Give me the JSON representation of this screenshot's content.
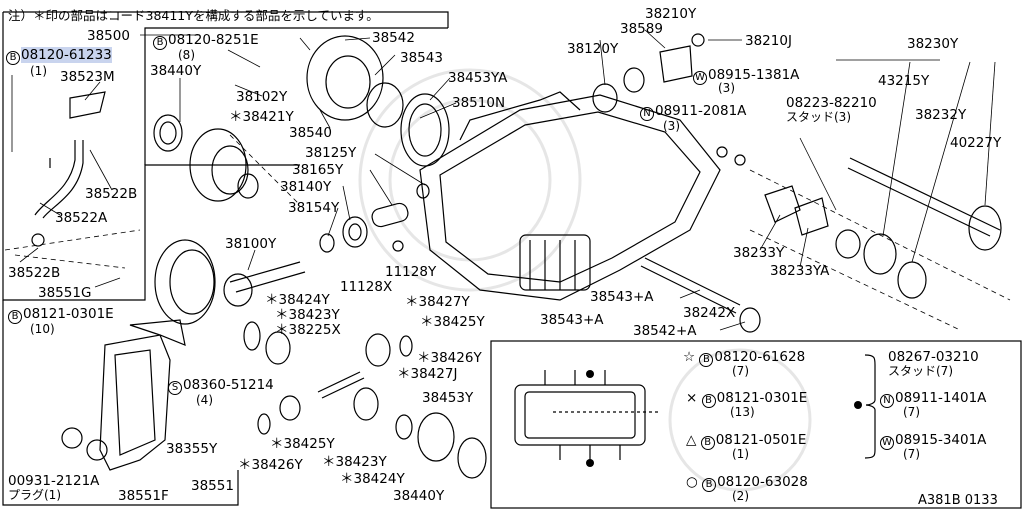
{
  "note": "注）＊印の部品はコード38411Yを構成する部品を示しています。",
  "diagram_code": "A381B 0133",
  "parts": [
    {
      "id": "p38500",
      "num": "38500"
    },
    {
      "id": "p08120_61233",
      "circle": "B",
      "num": "08120-61233",
      "sub": "(1)"
    },
    {
      "id": "p38523M",
      "num": "38523M"
    },
    {
      "id": "p38522B_top",
      "num": "38522B"
    },
    {
      "id": "p38522A",
      "num": "38522A"
    },
    {
      "id": "p38522B_bot",
      "num": "38522B"
    },
    {
      "id": "p38551G",
      "num": "38551G"
    },
    {
      "id": "p08120_8251E",
      "circle": "B",
      "num": "08120-8251E",
      "sub": "(8)"
    },
    {
      "id": "p38440Y_top",
      "num": "38440Y"
    },
    {
      "id": "p38102Y",
      "num": "38102Y"
    },
    {
      "id": "p38421Y",
      "num": "＊38421Y"
    },
    {
      "id": "p38540",
      "num": "38540"
    },
    {
      "id": "p38542",
      "num": "38542"
    },
    {
      "id": "p38543",
      "num": "38543"
    },
    {
      "id": "p38453YA",
      "num": "38453YA"
    },
    {
      "id": "p38510N",
      "num": "38510N"
    },
    {
      "id": "p38125Y",
      "num": "38125Y"
    },
    {
      "id": "p38165Y",
      "num": "38165Y"
    },
    {
      "id": "p38140Y",
      "num": "38140Y"
    },
    {
      "id": "p38154Y",
      "num": "38154Y"
    },
    {
      "id": "p38100Y",
      "num": "38100Y"
    },
    {
      "id": "p11128X",
      "num": "11128X"
    },
    {
      "id": "p11128Y",
      "num": "11128Y"
    },
    {
      "id": "p38589",
      "num": "38589"
    },
    {
      "id": "p38120Y",
      "num": "38120Y"
    },
    {
      "id": "p38210Y",
      "num": "38210Y"
    },
    {
      "id": "p38210J",
      "num": "38210J"
    },
    {
      "id": "p08915_1381A",
      "circle": "W",
      "num": "08915-1381A",
      "sub": "(3)"
    },
    {
      "id": "p08911_2081A",
      "circle": "N",
      "num": "08911-2081A",
      "sub": "(3)"
    },
    {
      "id": "p38230Y",
      "num": "38230Y"
    },
    {
      "id": "p43215Y",
      "num": "43215Y"
    },
    {
      "id": "p08223_82210",
      "num": "08223-82210",
      "sub": "スタッド(3)"
    },
    {
      "id": "p38232Y",
      "num": "38232Y"
    },
    {
      "id": "p40227Y",
      "num": "40227Y"
    },
    {
      "id": "p38233Y",
      "num": "38233Y"
    },
    {
      "id": "p38233YA",
      "num": "38233YA"
    },
    {
      "id": "p38543A_1",
      "num": "38543+A"
    },
    {
      "id": "p38242X",
      "num": "38242X"
    },
    {
      "id": "p38543A_2",
      "num": "38543+A"
    },
    {
      "id": "p38542A",
      "num": "38542+A"
    },
    {
      "id": "p08121_0301E",
      "circle": "B",
      "num": "08121-0301E",
      "sub": "(10)"
    },
    {
      "id": "p38424Y_a",
      "num": "＊38424Y"
    },
    {
      "id": "p38423Y_a",
      "num": "＊38423Y"
    },
    {
      "id": "p38225X",
      "num": "＊38225X"
    },
    {
      "id": "p38427Y",
      "num": "＊38427Y"
    },
    {
      "id": "p38425Y_a",
      "num": "＊38425Y"
    },
    {
      "id": "p38426Y_a",
      "num": "＊38426Y"
    },
    {
      "id": "p38427J",
      "num": "＊38427J"
    },
    {
      "id": "p08360_51214",
      "circle": "S",
      "num": "08360-51214",
      "sub": "(4)"
    },
    {
      "id": "p38425Y_b",
      "num": "＊38425Y"
    },
    {
      "id": "p38426Y_b",
      "num": "＊38426Y"
    },
    {
      "id": "p38423Y_b",
      "num": "＊38423Y"
    },
    {
      "id": "p38424Y_b",
      "num": "＊38424Y"
    },
    {
      "id": "p38453Y",
      "num": "38453Y"
    },
    {
      "id": "p38440Y_bot",
      "num": "38440Y"
    },
    {
      "id": "p38355Y",
      "num": "38355Y"
    },
    {
      "id": "p38551",
      "num": "38551"
    },
    {
      "id": "p38551F",
      "num": "38551F"
    },
    {
      "id": "p00931_2121A",
      "num": "00931-2121A",
      "sub": "プラグ(1)"
    }
  ],
  "legend": {
    "items": [
      {
        "symbol": "☆",
        "circle": "B",
        "num": "08120-61628",
        "sub": "(7)"
      },
      {
        "symbol": "×",
        "circle": "B",
        "num": "08121-0301E",
        "sub": "(13)"
      },
      {
        "symbol": "△",
        "circle": "B",
        "num": "08121-0501E",
        "sub": "(1)"
      },
      {
        "symbol": "○",
        "circle": "B",
        "num": "08120-63028",
        "sub": "(2)"
      }
    ],
    "dot_group": [
      {
        "num": "08267-03210",
        "sub": "スタッド(7)"
      },
      {
        "circle": "N",
        "num": "08911-1401A",
        "sub": "(7)"
      },
      {
        "circle": "W",
        "num": "08915-3401A",
        "sub": "(7)"
      }
    ]
  }
}
